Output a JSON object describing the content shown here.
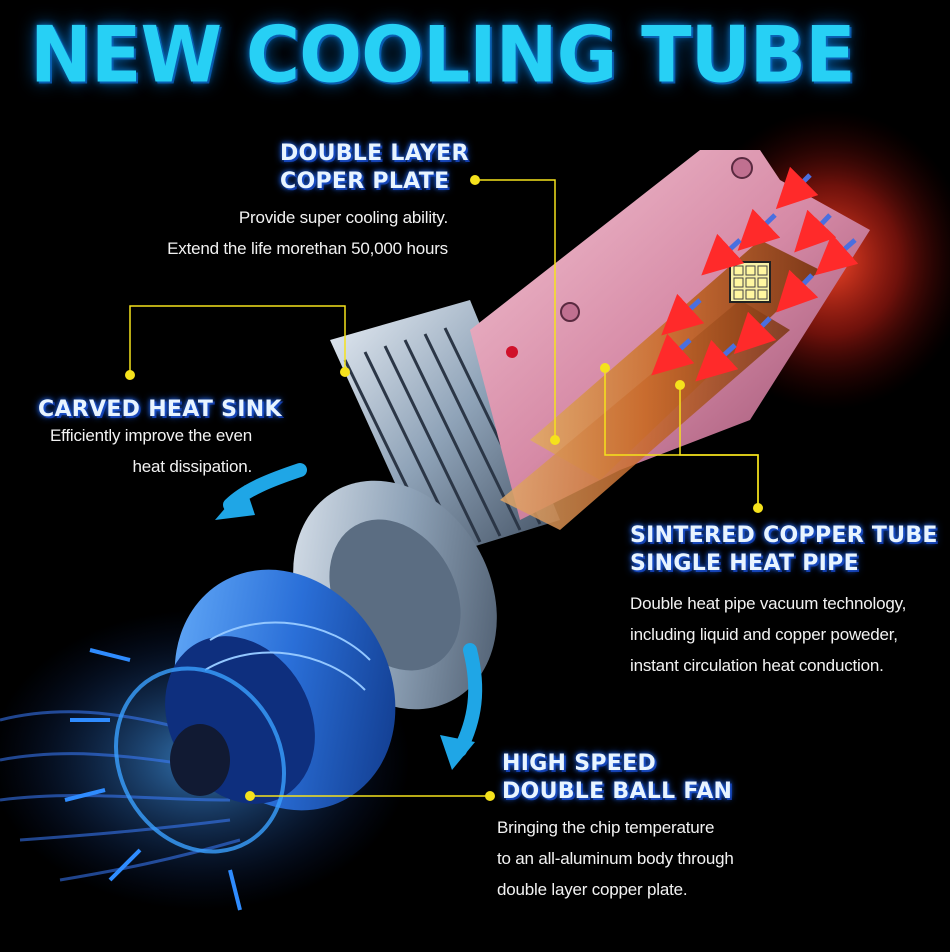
{
  "headline": "NEW COOLING TUBE",
  "callouts": {
    "copper_plate": {
      "title": [
        "DOUBLE LAYER",
        "COPER PLATE"
      ],
      "lines": [
        "Provide super cooling ability.",
        "Extend the life morethan 50,000 hours"
      ]
    },
    "heat_sink": {
      "title": [
        "CARVED HEAT SINK"
      ],
      "lines": [
        "Efficiently improve the even",
        "heat dissipation."
      ]
    },
    "copper_tube": {
      "title": [
        "SINTERED COPPER TUBE",
        "SINGLE HEAT PIPE"
      ],
      "lines": [
        "Double heat pipe vacuum technology,",
        "including liquid and copper poweder,",
        "instant circulation heat conduction."
      ]
    },
    "fan": {
      "title": [
        "HIGH SPEED",
        "DOUBLE BALL FAN"
      ],
      "lines": [
        "Bringing the chip temperature",
        "to an all-aluminum body through",
        "double layer copper plate."
      ]
    }
  },
  "colors": {
    "headline": "#27d0f5",
    "callout_title_glow": "#1e5bd6",
    "leader_line": "#f5e21c",
    "heat": "#e8321e",
    "cooling_arrow": "#1fa6e6"
  }
}
